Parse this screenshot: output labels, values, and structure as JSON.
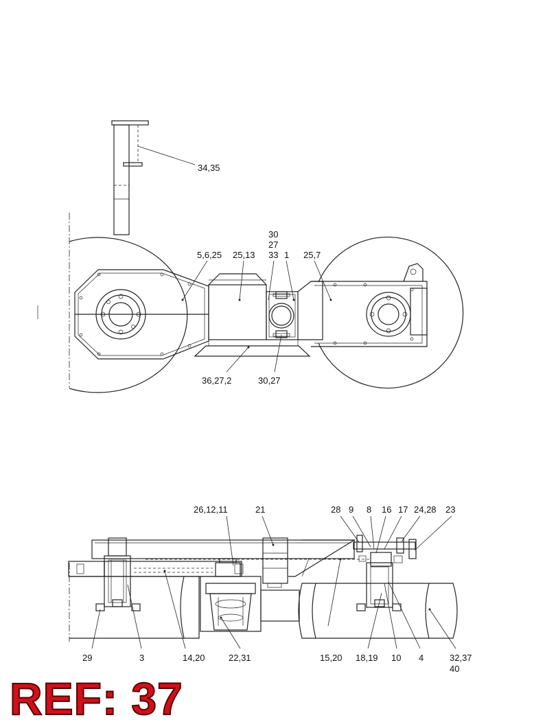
{
  "ref_label": "REF: 37",
  "colors": {
    "line": "#222222",
    "ref_fill": "#d0101a",
    "ref_outline": "#5a0000"
  },
  "top_view": {
    "callouts": {
      "c_34_35": "34,35",
      "c_30": "30",
      "c_27": "27",
      "c_33": "33",
      "c_1": "1",
      "c_5_6_25": "5,6,25",
      "c_25_13": "25,13",
      "c_25_7": "25,7",
      "c_36_27_2": "36,27,2",
      "c_30_27": "30,27"
    }
  },
  "side_view": {
    "callouts": {
      "c_26_12_11": "26,12,11",
      "c_21": "21",
      "c_28": "28",
      "c_9": "9",
      "c_8": "8",
      "c_16": "16",
      "c_17": "17",
      "c_24_28": "24,28",
      "c_23": "23",
      "c_29": "29",
      "c_3": "3",
      "c_14_20": "14,20",
      "c_22_31": "22,31",
      "c_15_20": "15,20",
      "c_18_19": "18,19",
      "c_10": "10",
      "c_4": "4",
      "c_32_37": "32,37",
      "c_40": "40"
    }
  }
}
